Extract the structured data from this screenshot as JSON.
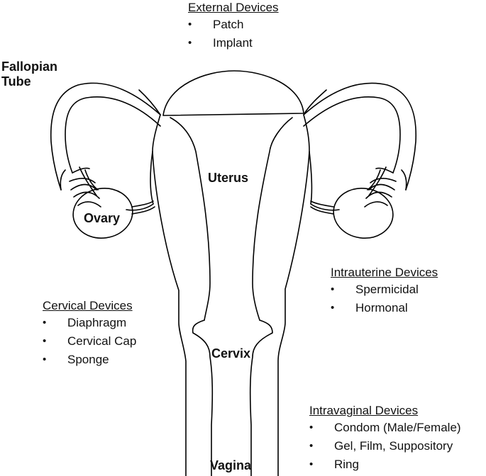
{
  "organs": {
    "fallopian_tube": "Fallopian\nTube",
    "uterus": "Uterus",
    "ovary": "Ovary",
    "cervix": "Cervix",
    "vagina": "Vagina"
  },
  "bullet": "•",
  "device_groups": {
    "external": {
      "heading": "External Devices",
      "items": [
        "Patch",
        "Implant"
      ]
    },
    "intrauterine": {
      "heading": "Intrauterine Devices",
      "items": [
        "Spermicidal",
        "Hormonal"
      ]
    },
    "cervical": {
      "heading": "Cervical Devices",
      "items": [
        "Diaphragm",
        "Cervical Cap",
        "Sponge"
      ]
    },
    "intravaginal": {
      "heading": "Intravaginal Devices",
      "items": [
        "Condom (Male/Female)",
        "Gel, Film, Suppository",
        "Ring"
      ]
    }
  },
  "colors": {
    "outline": "#000000",
    "text": "#111111",
    "background": "#ffffff"
  }
}
